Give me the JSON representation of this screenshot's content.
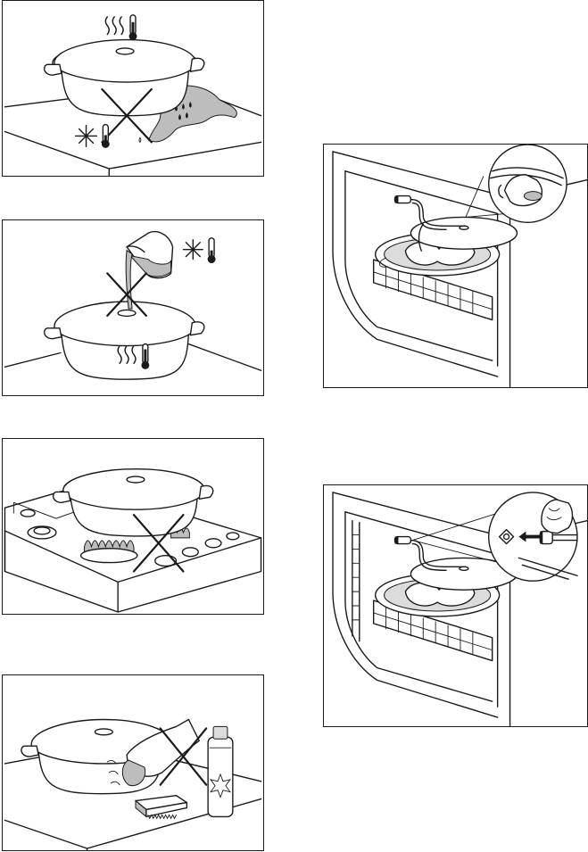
{
  "panels": [
    {
      "id": "hot-dish-on-cold-wet-surface",
      "icons": [
        "heat-waves-icon",
        "thermometer-icon",
        "snowflake-icon",
        "thermometer-icon",
        "prohibited-cross-icon"
      ]
    },
    {
      "id": "cold-liquid-on-hot-dish",
      "icons": [
        "snowflake-icon",
        "thermometer-icon",
        "heat-waves-icon",
        "thermometer-icon",
        "prohibited-cross-icon"
      ]
    },
    {
      "id": "dish-on-gas-hob",
      "icons": [
        "gas-flame-icon",
        "prohibited-cross-icon"
      ]
    },
    {
      "id": "abrasive-cleaning",
      "icons": [
        "scouring-pad-icon",
        "spray-can-icon",
        "prohibited-cross-icon"
      ]
    },
    {
      "id": "attach-meat-probe",
      "icons": [
        "oven-icon",
        "meat-probe-icon",
        "magnifier-icon"
      ]
    },
    {
      "id": "plug-probe-in-socket",
      "icons": [
        "oven-icon",
        "socket-icon",
        "arrow-left-icon",
        "magnifier-icon"
      ]
    }
  ],
  "colors": {
    "line": "#1a1a1a",
    "liquid": "#bdbdbd",
    "background": "#ffffff"
  }
}
